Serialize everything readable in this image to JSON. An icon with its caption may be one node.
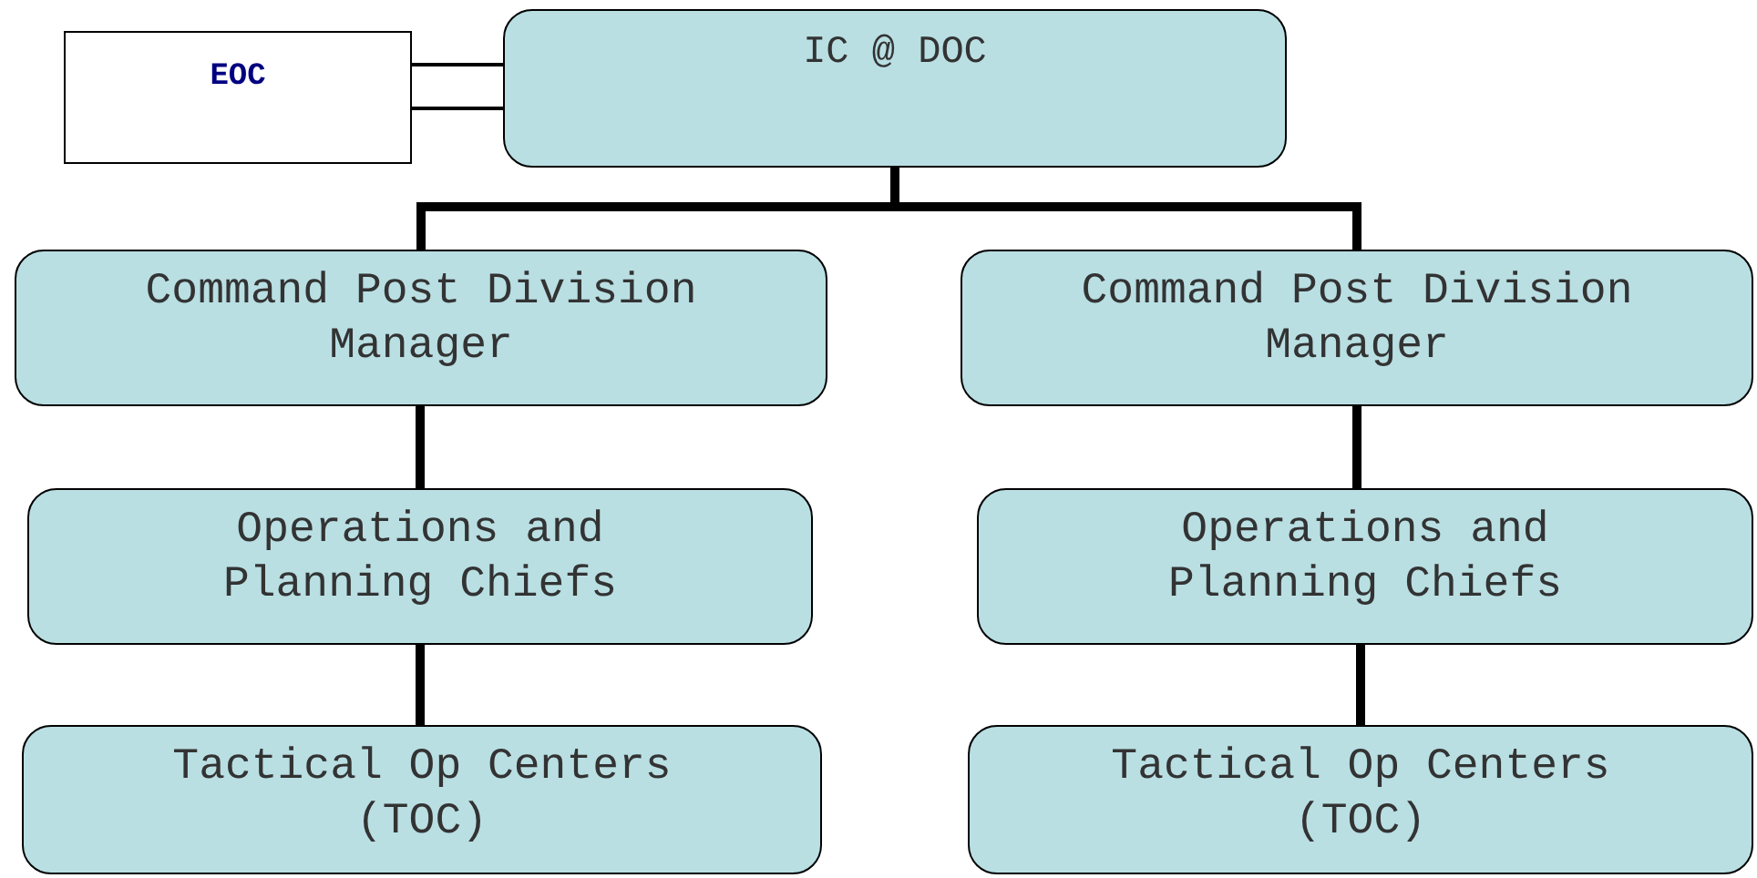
{
  "diagram": {
    "nodes": [
      {
        "text": [
          "EOC"
        ]
      },
      {
        "text": [
          "IC @ DOC"
        ]
      },
      {
        "text": [
          "Command Post Division Manager"
        ]
      },
      {
        "text": [
          "Command Post Division Manager"
        ]
      },
      {
        "text": [
          "Operations and Planning Chiefs"
        ]
      },
      {
        "text": [
          "Operations and Planning Chiefs"
        ]
      },
      {
        "text": [
          "Tactical Op Centers (TOC)"
        ]
      },
      {
        "text": [
          "Tactical Op Centers (TOC)"
        ]
      }
    ],
    "edges": [
      {
        "from": 0,
        "to": 1,
        "arrow": "none"
      },
      {
        "from": 1,
        "to": 2,
        "arrow": "none"
      },
      {
        "from": 1,
        "to": 3,
        "arrow": "none"
      },
      {
        "from": 2,
        "to": 4,
        "arrow": "none"
      },
      {
        "from": 3,
        "to": 5,
        "arrow": "none"
      },
      {
        "from": 4,
        "to": 6,
        "arrow": "none"
      },
      {
        "from": 5,
        "to": 7,
        "arrow": "none"
      }
    ]
  }
}
